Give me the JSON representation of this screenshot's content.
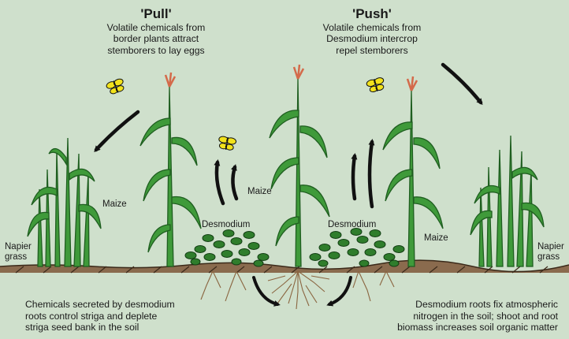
{
  "pull": {
    "title": "'Pull'",
    "description": [
      "Volatile chemicals from",
      "border plants attract",
      "stemborers to lay eggs"
    ]
  },
  "push": {
    "title": "'Push'",
    "description": [
      "Volatile chemicals from",
      "Desmodium intercrop",
      "repel stemborers"
    ]
  },
  "plant_labels": {
    "napier_left": [
      "Napier",
      "grass"
    ],
    "napier_right": [
      "Napier",
      "grass"
    ],
    "maize_left": "Maize",
    "maize_center": "Maize",
    "maize_right": "Maize",
    "desmodium_left": "Desmodium",
    "desmodium_right": "Desmodium"
  },
  "footnotes": {
    "left": [
      "Chemicals secreted by desmodium",
      "roots control striga and deplete",
      "striga seed bank in the soil"
    ],
    "right": [
      "Desmodium roots fix atmospheric",
      "nitrogen in the soil; shoot and root",
      "biomass increases soil organic matter"
    ]
  },
  "colors": {
    "background": "#cfe0cc",
    "leaf": "#3f9a3a",
    "leaf_dark": "#1f5e20",
    "soil": "#8a6b4e",
    "root": "#8a6540",
    "moth": "#f2e21c",
    "tassel": "#d46a4a"
  },
  "icons": [
    "moth-icon",
    "arrow-icon",
    "maize-plant",
    "napier-grass-plant",
    "desmodium-plant"
  ]
}
